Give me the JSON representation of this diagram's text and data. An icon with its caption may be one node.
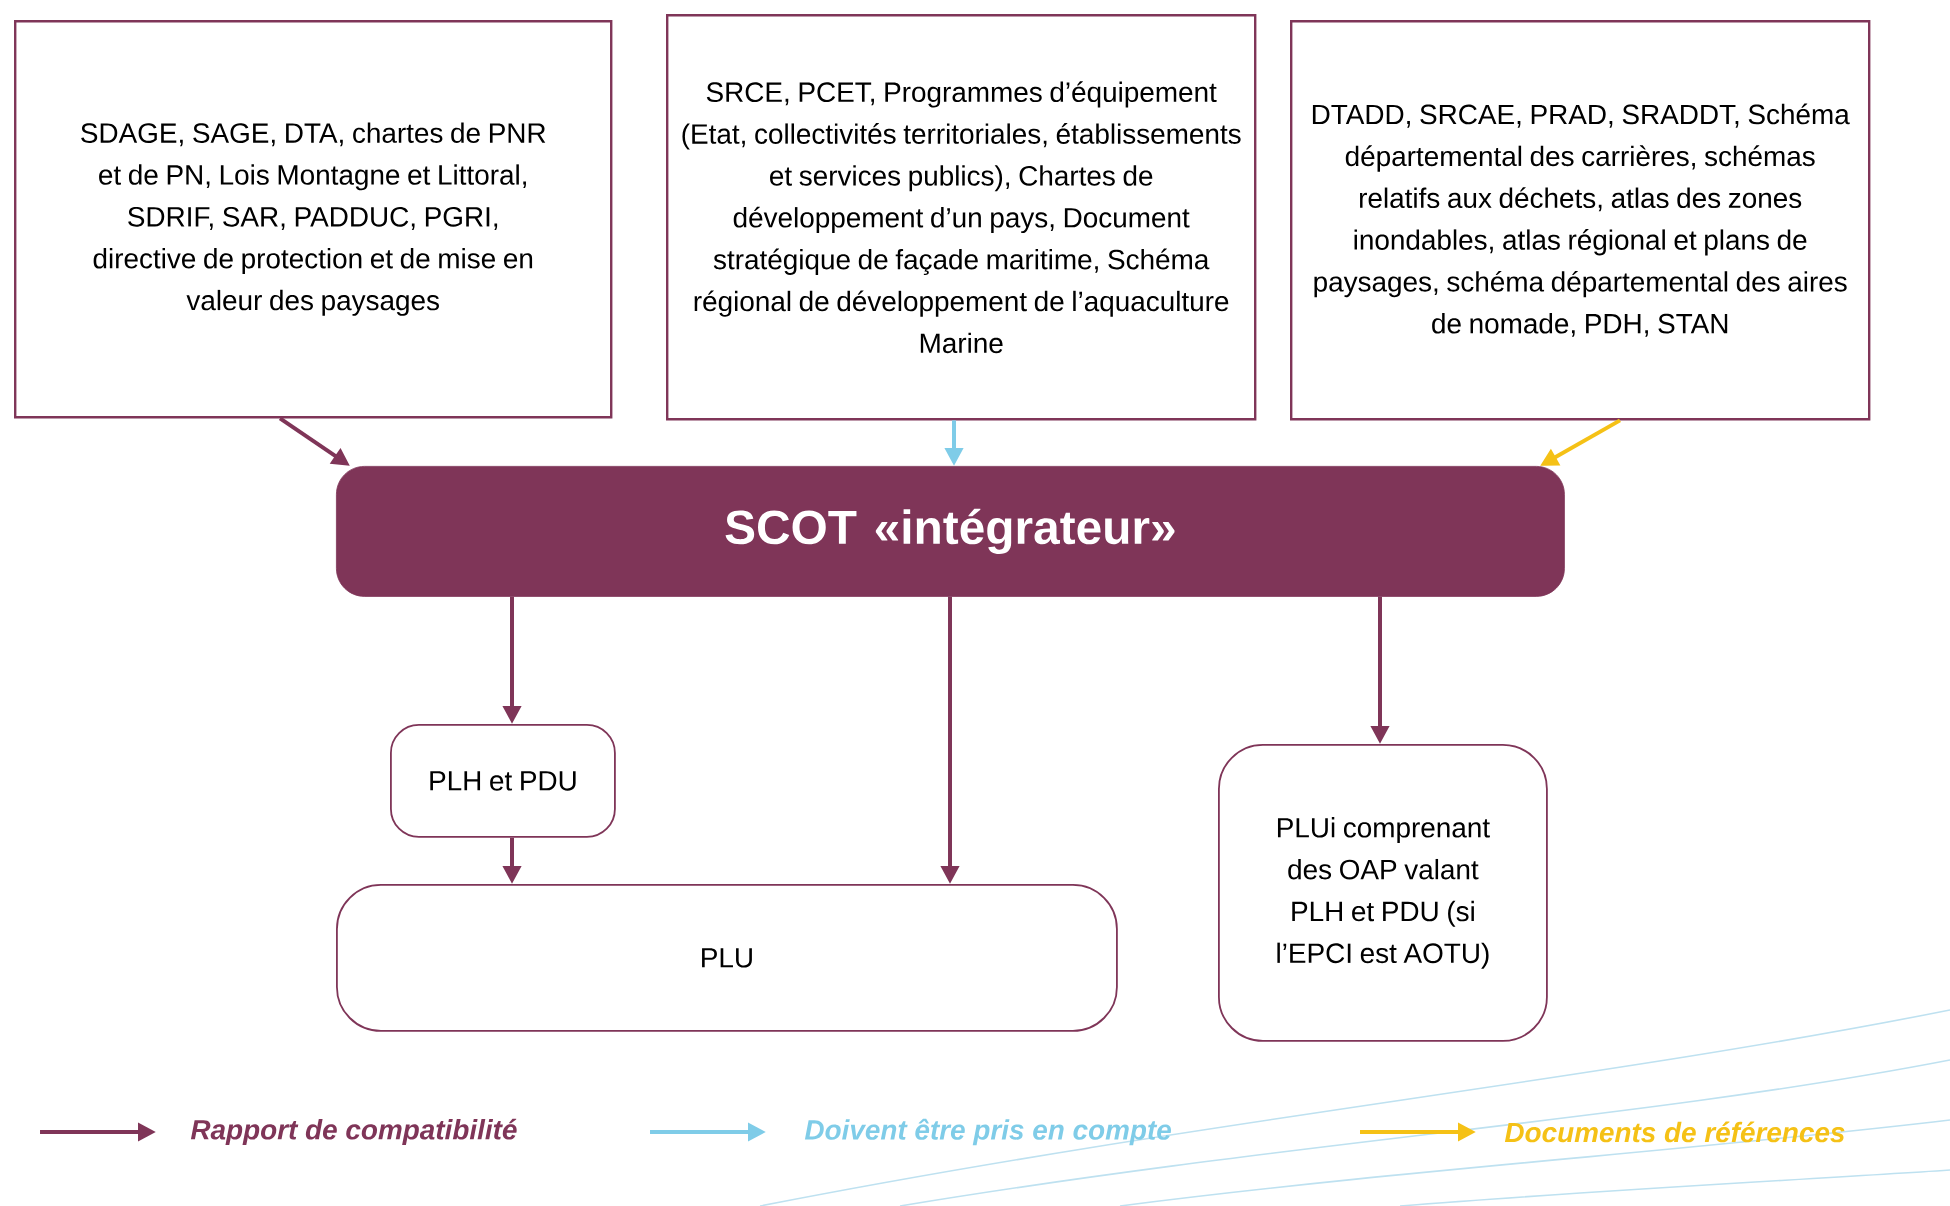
{
  "diagram": {
    "nodes": [
      {
        "text": [
          "SDAGE, SAGE, DTA, chartes de PNR et de PN, Lois Montagne et Littoral, SDRIF, SAR, PADDUC, PGRI, directive de protection et de mise en valeur des paysages"
        ]
      },
      {
        "text": [
          "SRCE, PCET, Programmes d’équipement (Etat, collectivités territoriales, établissements et services publics), Chartes de développement d’un pays, Document stratégique de façade maritime, Schéma régional de développement de l’aquaculture Marine"
        ]
      },
      {
        "text": [
          "DTADD, SRCAE, PRAD, SRADDT, Schéma départemental des carrières, schémas relatifs aux déchets, atlas des zones inondables, atlas régional et plans de paysages, schéma départemental des aires de nomade, PDH, STAN"
        ]
      },
      {
        "text": [
          "SCOT «intégrateur»"
        ]
      },
      {
        "text": [
          "PLH et PDU"
        ]
      },
      {
        "text": [
          "PLU"
        ]
      },
      {
        "text": [
          "PLUi comprenant des OAP valant PLH et PDU (si l’EPCI est AOTU)"
        ]
      }
    ],
    "edges": [
      {
        "from": 0,
        "to": 3,
        "arrow": "to"
      },
      {
        "from": 1,
        "to": 3,
        "arrow": "to",
        "color": "#7fcce8"
      },
      {
        "from": 2,
        "to": 3,
        "arrow": "to",
        "color": "#f5c116"
      },
      {
        "from": 3,
        "to": 4,
        "arrow": "to"
      },
      {
        "from": 4,
        "to": 5,
        "arrow": "to"
      },
      {
        "from": 3,
        "to": 5,
        "arrow": "to"
      },
      {
        "from": 3,
        "to": 6,
        "arrow": "to"
      }
    ],
    "legend": [
      {
        "text": "Rapport de compatibilité"
      },
      {
        "text": "Doivent être pris en compte"
      },
      {
        "text": "Documents de références"
      }
    ]
  }
}
